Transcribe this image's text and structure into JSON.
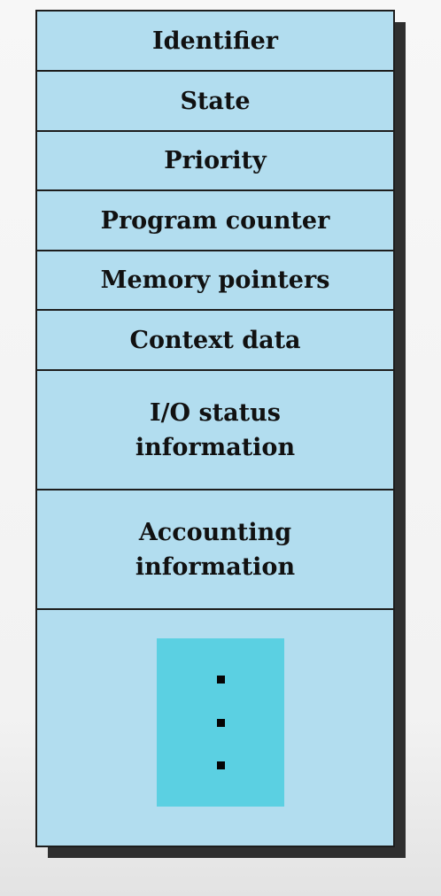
{
  "pcb": {
    "fields": [
      "Identifier",
      "State",
      "Priority",
      "Program counter",
      "Memory pointers",
      "Context data",
      "I/O status information",
      "Accounting information"
    ],
    "continuation": "⋮"
  }
}
